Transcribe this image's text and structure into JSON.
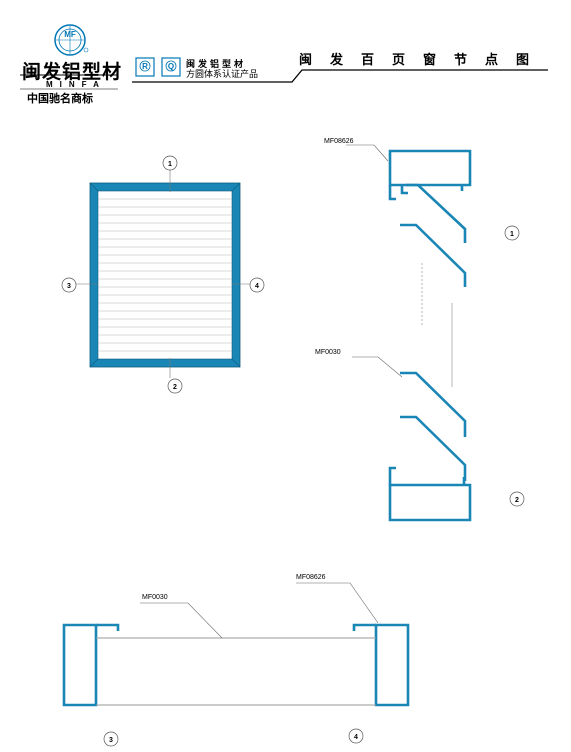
{
  "header": {
    "brand_logo_text": "MF",
    "brand_name_cn": "闽发铝型材",
    "brand_name_en": "MINFA",
    "brand_tagline": "中国驰名商标",
    "cert_badges": [
      "R",
      "Q"
    ],
    "cert_line1": "闽发铝型材",
    "cert_line2": "方圆体系认证产品",
    "drawing_title": "闽发百页窗节点图"
  },
  "elevation": {
    "callouts": [
      "1",
      "2",
      "3",
      "4"
    ]
  },
  "vertical_section": {
    "labels": [
      "MF08626",
      "MF0030"
    ],
    "callouts": [
      "1",
      "2"
    ]
  },
  "horizontal_section": {
    "labels": [
      "MF0030",
      "MF08626"
    ],
    "callouts": [
      "3",
      "4"
    ]
  },
  "colors": {
    "profile_blue": "#1a86b5",
    "line_gray": "#999999"
  }
}
